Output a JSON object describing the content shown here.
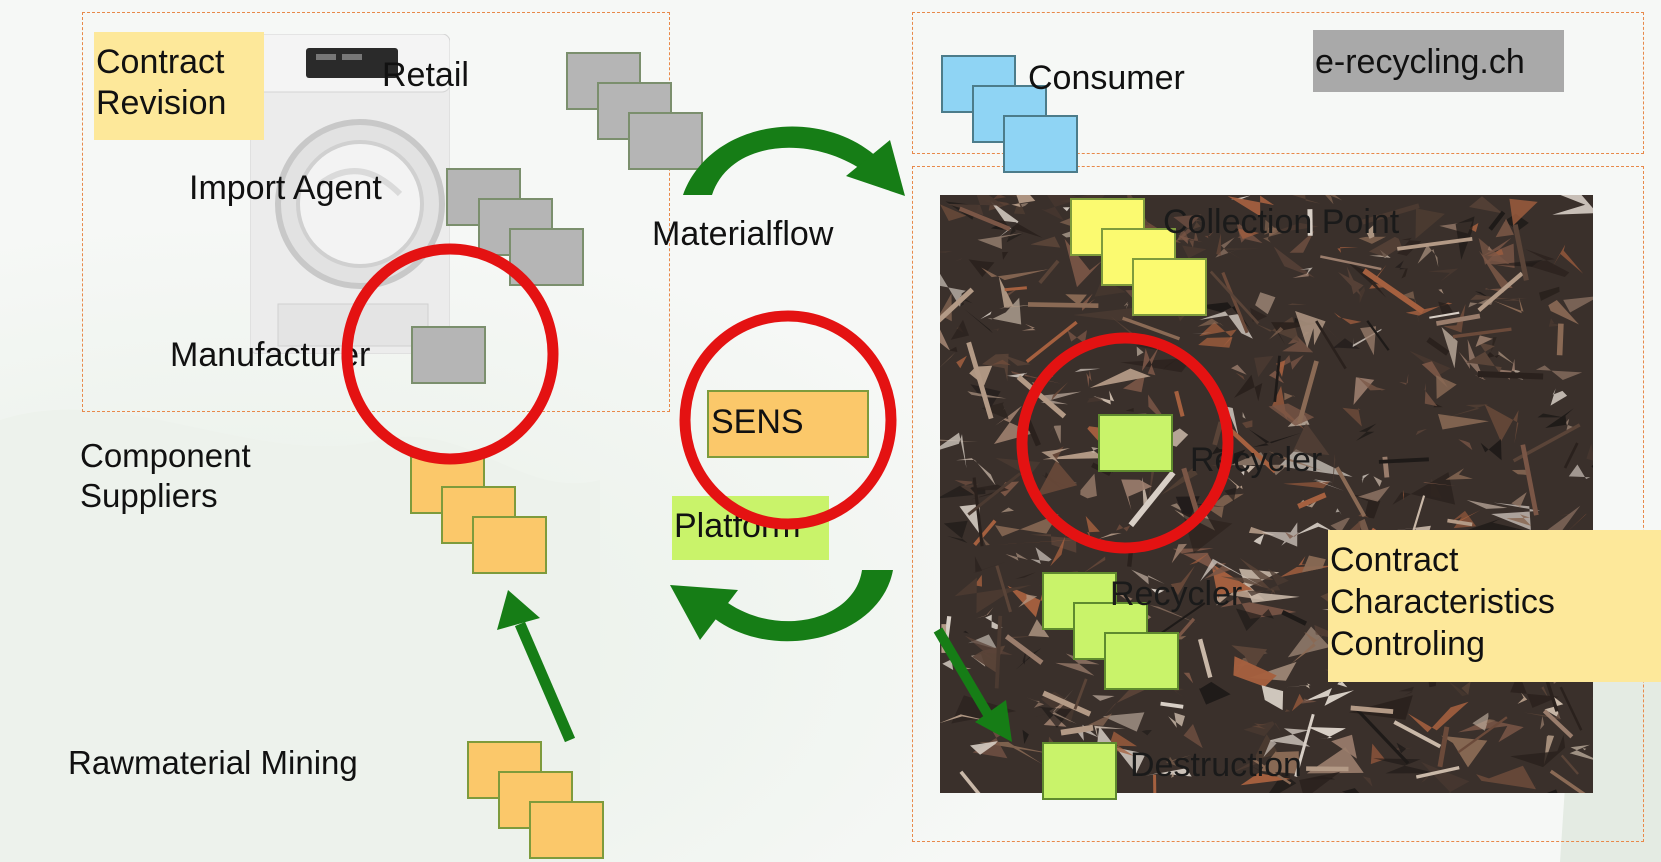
{
  "colors": {
    "dashed_border": "#e8894a",
    "gray_box": "#b5b5b5",
    "orange_box": "#fbc86a",
    "yellow_box": "#fbfa70",
    "lime_box": "#c9f36a",
    "blue_box": "#8fd4f4",
    "highlight_yellow": "#fde89a",
    "highlight_lime": "#c9f36a",
    "highlight_gray": "#a9a9a9",
    "circle_red": "#e41212",
    "arrow_green": "#167d16"
  },
  "left_panel": {
    "contract_revision": "Contract\nRevision",
    "retail": "Retail",
    "import_agent": "Import Agent",
    "manufacturer": "Manufacturer",
    "component_suppliers": "Component\nSuppliers",
    "rawmaterial_mining": "Rawmaterial Mining"
  },
  "center": {
    "materialflow": "Materialflow",
    "sens": "SENS",
    "platform": "Platform"
  },
  "right_panel": {
    "consumer": "Consumer",
    "e_recycling": "e-recycling.ch",
    "collection_point": "Collection Point",
    "recycler_mid": "Recycler",
    "recycler": "Recycler",
    "destruction": "Destruction",
    "contract_characteristics": "Contract\nCharacteristics\nControling"
  },
  "icons": {
    "washing_machine": "washing-machine-icon",
    "scrap_photo": "scrap-metal-image",
    "arrow_up": "arrow-up-icon",
    "arrow_down": "arrow-down-icon",
    "arrow_curve_right": "curved-arrow-right-icon",
    "arrow_curve_left": "curved-arrow-left-icon"
  }
}
